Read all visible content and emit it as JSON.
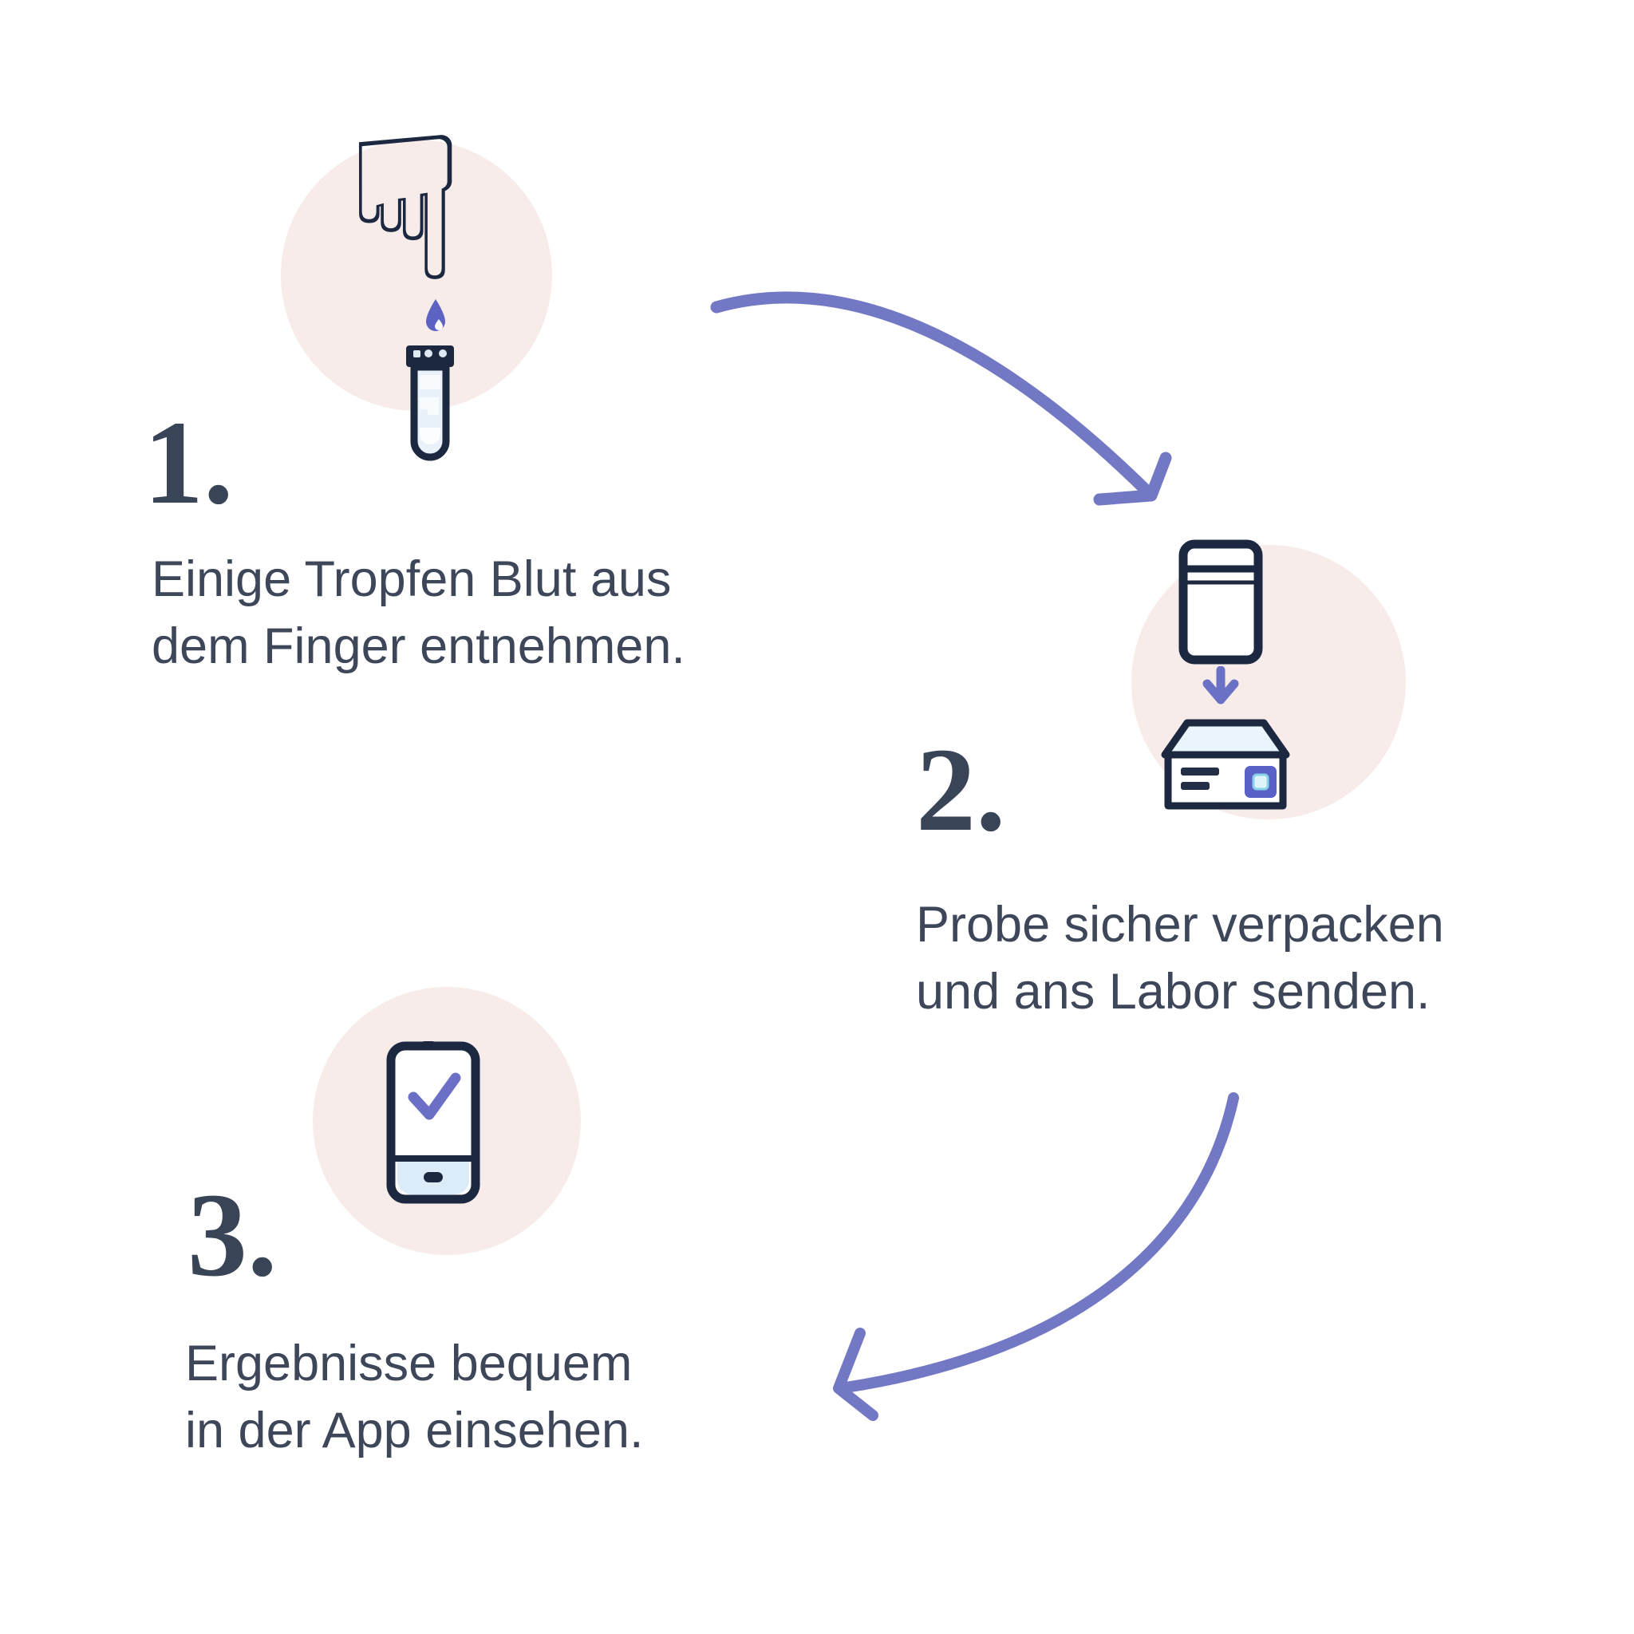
{
  "colors": {
    "background": "#ffffff",
    "circle_pink": "#f7ecea",
    "icon_outline_navy": "#1c2840",
    "text_dark": "#3d4759",
    "number_dark": "#3a4457",
    "arrow_purple": "#7378c5",
    "drop_purple": "#5c63c3",
    "check_purple": "#6b70c6",
    "stamp_purple": "#5a61c6",
    "stamp_inner_cyan": "#dff4fa",
    "light_blue_fill": "#e9f1fb"
  },
  "icons": {
    "hand_glyph": "☟",
    "step1": "pointing-finger-blood-drop-test-tube",
    "step2": "sample-bag-into-shipping-box",
    "step3": "smartphone-with-checkmark",
    "connector1": "curved-arrow-right-down",
    "connector2": "curved-arrow-down-left"
  },
  "steps": [
    {
      "number": "1.",
      "line1": "Einige Tropfen Blut aus",
      "line2": "dem Finger entnehmen."
    },
    {
      "number": "2.",
      "line1": "Probe sicher verpacken",
      "line2": "und ans Labor senden."
    },
    {
      "number": "3.",
      "line1": "Ergebnisse bequem",
      "line2": "in der App einsehen."
    }
  ]
}
